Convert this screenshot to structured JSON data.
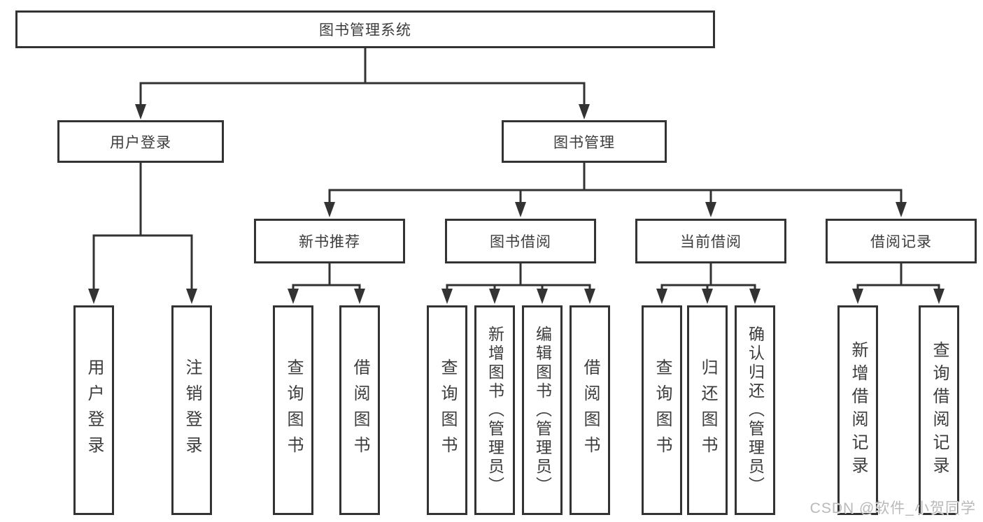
{
  "diagram": {
    "title": "图书管理系统",
    "tree": {
      "root": {
        "label": "图书管理系统",
        "children": [
          {
            "label": "用户登录",
            "children": [
              {
                "label": "用户登录"
              },
              {
                "label": "注销登录"
              }
            ]
          },
          {
            "label": "图书管理",
            "children": [
              {
                "label": "新书推荐",
                "children": [
                  {
                    "label": "查询图书"
                  },
                  {
                    "label": "借阅图书"
                  }
                ]
              },
              {
                "label": "图书借阅",
                "children": [
                  {
                    "label": "查询图书"
                  },
                  {
                    "label": "新增图书（管理员）"
                  },
                  {
                    "label": "编辑图书（管理员）"
                  },
                  {
                    "label": "借阅图书"
                  }
                ]
              },
              {
                "label": "当前借阅",
                "children": [
                  {
                    "label": "查询图书"
                  },
                  {
                    "label": "归还图书"
                  },
                  {
                    "label": "确认归还（管理员）"
                  }
                ]
              },
              {
                "label": "借阅记录",
                "children": [
                  {
                    "label": "新增借阅记录"
                  },
                  {
                    "label": "查询借阅记录"
                  }
                ]
              }
            ]
          }
        ]
      }
    }
  },
  "watermark": {
    "text": "CSDN @软件_小贺同学"
  },
  "colors": {
    "line": "#333333",
    "box_border": "#333333",
    "text": "#3c3c3c",
    "watermark": "#b9b9b9",
    "background": "#ffffff"
  }
}
